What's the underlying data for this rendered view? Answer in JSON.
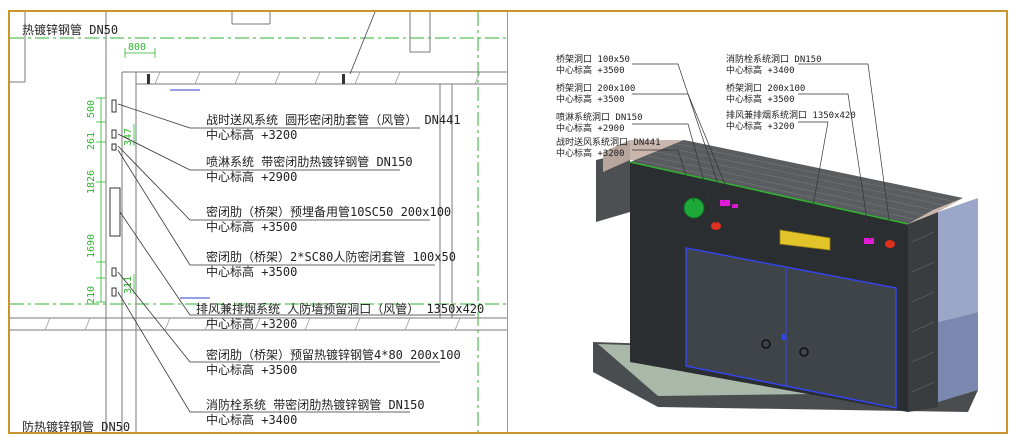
{
  "colors": {
    "frame": "#c9962c",
    "wall_line": "#7a7a7a",
    "green_dash": "#2fb52f",
    "blue_accent": "#2b3fd6",
    "wall_dark": "#2b2e31",
    "door_blue": "#3346e8",
    "green_fitting": "#1fa83a",
    "magenta_fitting": "#e21bd8",
    "red_fitting": "#e03020",
    "yellow_duct": "#e2c42a"
  },
  "plan": {
    "top_left_label": "热镀锌钢管 DN50",
    "bottom_left_label": "防热镀锌钢管 DN50",
    "dimensions": {
      "d800": "800",
      "d500": "500",
      "d261": "261",
      "d347": "347",
      "d1826": "1826",
      "d1690": "1690",
      "d210": "210",
      "d311": "311"
    },
    "callouts": [
      {
        "line1": "战时送风系统 圆形密闭肋套管（风管） DN441",
        "line2": "中心标高 +3200"
      },
      {
        "line1": "喷淋系统 带密闭肋热镀锌钢管 DN150",
        "line2": "中心标高 +2900"
      },
      {
        "line1": "密闭肋（桥架）预埋备用管10SC50 200x100",
        "line2": "中心标高 +3500"
      },
      {
        "line1": "密闭肋（桥架）2*SC80人防密闭套管 100x50",
        "line2": "中心标高 +3500"
      },
      {
        "line1": "排风兼排烟系统 人防墙预留洞口（风管） 1350x420",
        "line2": "中心标高 +3200"
      },
      {
        "line1": "密闭肋（桥架）预留热镀锌钢管4*80 200x100",
        "line2": "中心标高 +3500"
      },
      {
        "line1": "消防栓系统 带密闭肋热镀锌钢管 DN150",
        "line2": "中心标高 +3400"
      }
    ]
  },
  "model3d": {
    "left_labels": [
      {
        "line1": "桥架洞口 100x50",
        "line2": "中心标高 +3500"
      },
      {
        "line1": "桥架洞口 200x100",
        "line2": "中心标高 +3500"
      },
      {
        "line1": "喷淋系统洞口 DN150",
        "line2": "中心标高 +2900"
      },
      {
        "line1": "战时送风系统洞口 DN441",
        "line2": "中心标高 +3200"
      }
    ],
    "right_labels": [
      {
        "line1": "消防栓系统洞口 DN150",
        "line2": "中心标高 +3400"
      },
      {
        "line1": "桥架洞口 200x100",
        "line2": "中心标高 +3500"
      },
      {
        "line1": "排风兼排烟系统洞口 1350x420",
        "line2": "中心标高 +3200"
      }
    ]
  }
}
